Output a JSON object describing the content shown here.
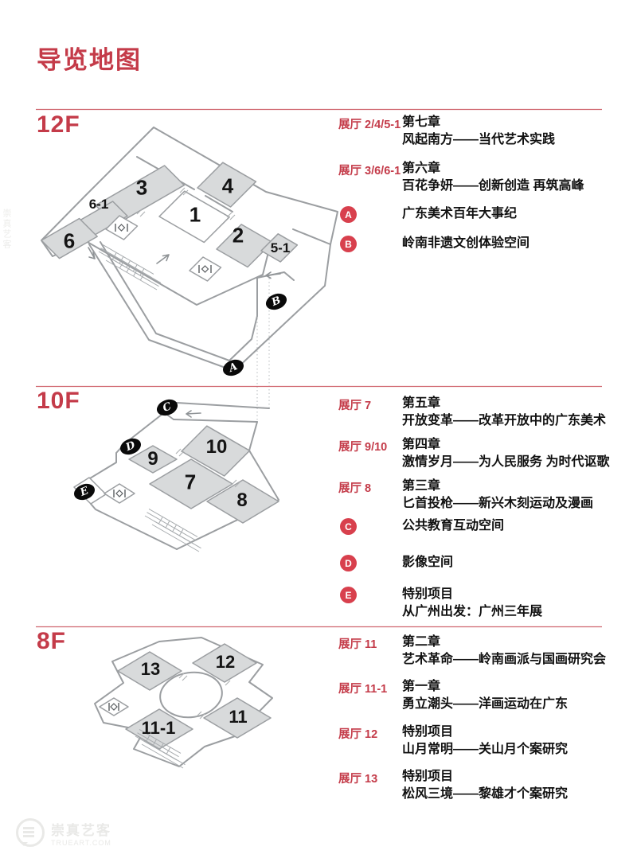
{
  "page": {
    "title": "导览地图"
  },
  "colors": {
    "accent": "#c43b49",
    "separator": "#d0666f",
    "wall_gray": "#9b9ea1",
    "room_fill": "#d8dadb",
    "plan_marker_bg": "#0a0a0a",
    "legend_badge_bg": "#d8404d"
  },
  "icons": {
    "elevator": "elevator-icon",
    "escalator": "escalator-icon",
    "arrow_left": "←",
    "arrow_up_right": "↗",
    "arrow_down": "↓"
  },
  "floors": [
    {
      "label": "12F",
      "rooms": [
        "3",
        "6-1",
        "6",
        "1",
        "4",
        "2",
        "5-1"
      ],
      "plan_markers": [
        "A",
        "B"
      ],
      "legend": [
        {
          "hall": "展厅 2/4/5-1",
          "lines": [
            "第七章",
            "风起南方——当代艺术实践"
          ]
        },
        {
          "hall": "展厅 3/6/6-1",
          "lines": [
            "第六章",
            "百花争妍——创新创造 再筑高峰"
          ]
        },
        {
          "badge": "A",
          "lines": [
            "广东美术百年大事纪"
          ]
        },
        {
          "badge": "B",
          "lines": [
            "岭南非遗文创体验空间"
          ]
        }
      ]
    },
    {
      "label": "10F",
      "rooms": [
        "9",
        "10",
        "7",
        "8"
      ],
      "plan_markers": [
        "C",
        "D",
        "E"
      ],
      "legend": [
        {
          "hall": "展厅 7",
          "lines": [
            "第五章",
            "开放变革——改革开放中的广东美术"
          ]
        },
        {
          "hall": "展厅 9/10",
          "lines": [
            "第四章",
            "激情岁月——为人民服务 为时代讴歌"
          ]
        },
        {
          "hall": "展厅 8",
          "lines": [
            "第三章",
            "匕首投枪——新兴木刻运动及漫画"
          ]
        },
        {
          "badge": "C",
          "lines": [
            "公共教育互动空间"
          ]
        },
        {
          "badge": "D",
          "lines": [
            "影像空间"
          ]
        },
        {
          "badge": "E",
          "lines": [
            "特别项目",
            "从广州出发：广州三年展"
          ]
        }
      ]
    },
    {
      "label": "8F",
      "rooms": [
        "13",
        "12",
        "11",
        "11-1"
      ],
      "plan_markers": [],
      "legend": [
        {
          "hall": "展厅 11",
          "lines": [
            "第二章",
            "艺术革命——岭南画派与国画研究会"
          ]
        },
        {
          "hall": "展厅 11-1",
          "lines": [
            "第一章",
            "勇立潮头——洋画运动在广东"
          ]
        },
        {
          "hall": "展厅 12",
          "lines": [
            "特别项目",
            "山月常明——关山月个案研究"
          ]
        },
        {
          "hall": "展厅 13",
          "lines": [
            "特别项目",
            "松风三境——黎雄才个案研究"
          ]
        }
      ]
    }
  ],
  "watermark": {
    "brand": "崇真艺客",
    "domain": "TRUEART.COM"
  }
}
